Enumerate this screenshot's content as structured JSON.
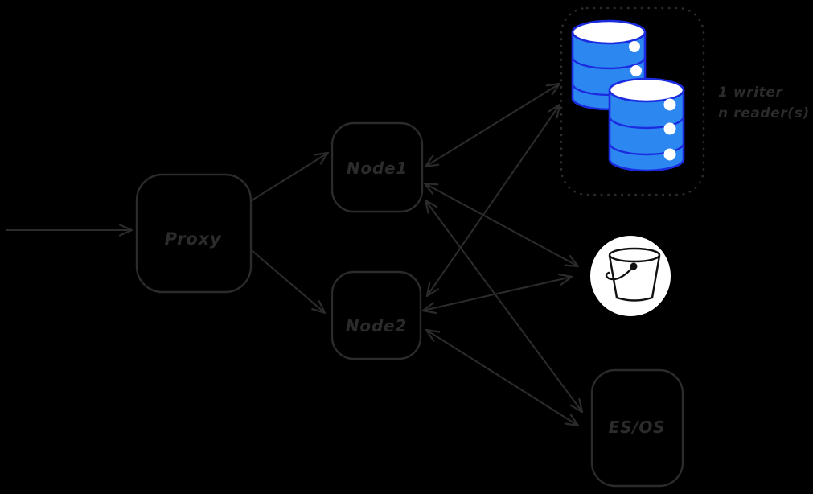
{
  "diagram_title": "proxy-nodes-storage-architecture",
  "colors": {
    "background": "#000000",
    "ink": "#2b2b2b",
    "db_fill": "#2d87f0",
    "db_stroke": "#1b2ce0",
    "bucket_background": "#ffffff",
    "bucket_ink": "#111111"
  },
  "nodes": {
    "proxy": {
      "label": "Proxy"
    },
    "node1": {
      "label": "Node1"
    },
    "node2": {
      "label": "Node2"
    },
    "esos": {
      "label": "ES/OS"
    }
  },
  "db_cluster": {
    "database_count": 2,
    "annotation": {
      "line1": "1 writer",
      "line2": "n reader(s)"
    }
  },
  "icons": {
    "db_cluster": "database-cylinders-icon",
    "object_storage": "bucket-icon"
  },
  "edges": [
    {
      "from": "client",
      "to": "proxy",
      "direction": "one-way"
    },
    {
      "from": "proxy",
      "to": "node1",
      "direction": "one-way"
    },
    {
      "from": "proxy",
      "to": "node2",
      "direction": "one-way"
    },
    {
      "from": "node1",
      "to": "db-cluster",
      "direction": "two-way"
    },
    {
      "from": "node1",
      "to": "bucket",
      "direction": "two-way"
    },
    {
      "from": "node1",
      "to": "es-os",
      "direction": "two-way"
    },
    {
      "from": "node2",
      "to": "db-cluster",
      "direction": "two-way"
    },
    {
      "from": "node2",
      "to": "bucket",
      "direction": "two-way"
    },
    {
      "from": "node2",
      "to": "es-os",
      "direction": "two-way"
    }
  ]
}
